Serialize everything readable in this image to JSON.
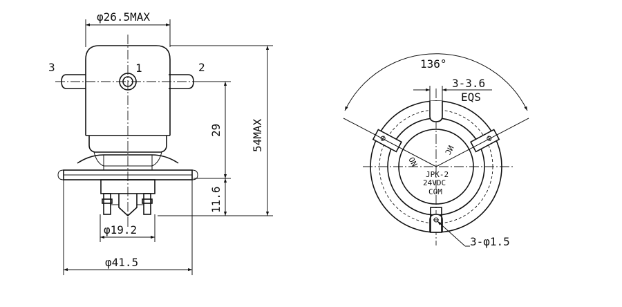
{
  "side_view": {
    "pin_labels": {
      "pin1": "1",
      "pin2": "2",
      "pin3": "3"
    },
    "dimensions": {
      "top_diameter": "φ26.5MAX",
      "total_height": "54MAX",
      "body_height": "29",
      "terminal_height": "11.6",
      "terminal_spacing": "φ19.2",
      "flange_diameter": "φ41.5"
    }
  },
  "bottom_view": {
    "angle": "136°",
    "slots": "3-3.6",
    "slots_note": "EQS",
    "holes": "3-φ1.5",
    "contact_labels": {
      "on": "ON",
      "nc": "NC",
      "com": "COM"
    },
    "model": "JPK-2",
    "voltage": "24VDC"
  }
}
